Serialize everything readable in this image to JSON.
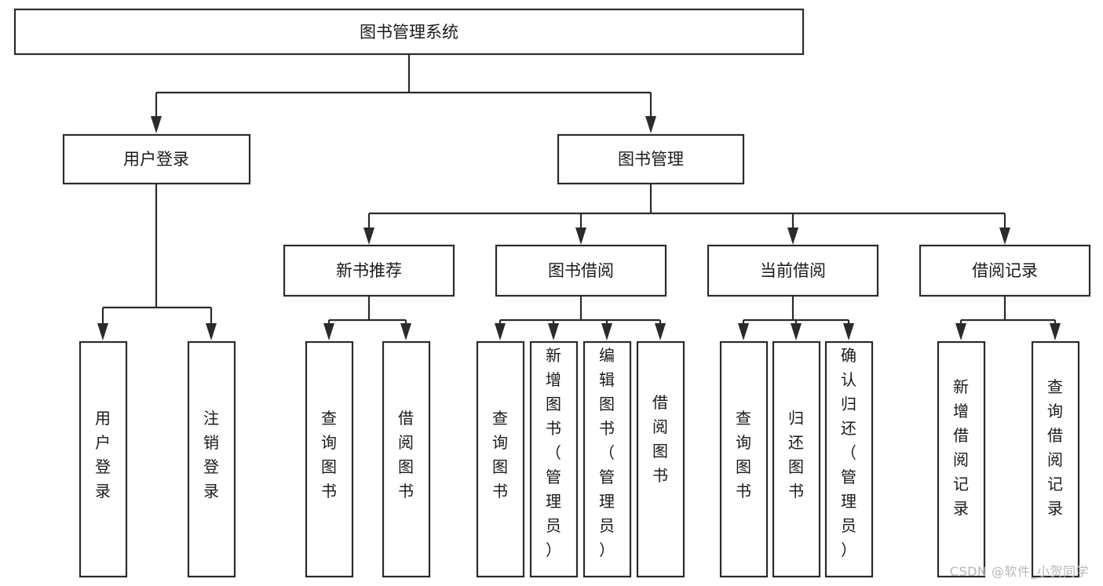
{
  "diagram": {
    "title": "图书管理系统",
    "type": "tree-hierarchy",
    "watermark": "CSDN @软件_小贺同学",
    "colors": {
      "stroke": "#2b2b2b",
      "box_fill": "#ffffff",
      "text": "#1a1a1a",
      "background": "#ffffff",
      "watermark": "#b8b8b8"
    },
    "nodes": {
      "root": {
        "label": "图书管理系统",
        "level": 0
      },
      "l1": [
        {
          "id": "user-login",
          "label": "用户登录",
          "level": 1
        },
        {
          "id": "book-manage",
          "label": "图书管理",
          "level": 1
        }
      ],
      "l2": [
        {
          "id": "new-book-recommend",
          "label": "新书推荐",
          "level": 2,
          "parent": "book-manage"
        },
        {
          "id": "book-borrow",
          "label": "图书借阅",
          "level": 2,
          "parent": "book-manage"
        },
        {
          "id": "current-borrow",
          "label": "当前借阅",
          "level": 2,
          "parent": "book-manage"
        },
        {
          "id": "borrow-record",
          "label": "借阅记录",
          "level": 2,
          "parent": "book-manage"
        }
      ],
      "leaves": [
        {
          "id": "leaf-user-login",
          "label": "用户登录",
          "parent": "user-login"
        },
        {
          "id": "leaf-logout-login",
          "label": "注销登录",
          "parent": "user-login"
        },
        {
          "id": "leaf-query-book-1",
          "label": "查询图书",
          "parent": "new-book-recommend"
        },
        {
          "id": "leaf-borrow-book-1",
          "label": "借阅图书",
          "parent": "new-book-recommend"
        },
        {
          "id": "leaf-query-book-2",
          "label": "查询图书",
          "parent": "book-borrow"
        },
        {
          "id": "leaf-add-book",
          "label": "新增图书（管理员）",
          "parent": "book-borrow"
        },
        {
          "id": "leaf-edit-book",
          "label": "编辑图书（管理员）",
          "parent": "book-borrow"
        },
        {
          "id": "leaf-borrow-book-2",
          "label": "借阅图书",
          "parent": "book-borrow"
        },
        {
          "id": "leaf-query-book-3",
          "label": "查询图书",
          "parent": "current-borrow"
        },
        {
          "id": "leaf-return-book",
          "label": "归还图书",
          "parent": "current-borrow"
        },
        {
          "id": "leaf-confirm-return",
          "label": "确认归还（管理员）",
          "parent": "current-borrow"
        },
        {
          "id": "leaf-add-record",
          "label": "新增借阅记录",
          "parent": "borrow-record"
        },
        {
          "id": "leaf-query-record",
          "label": "查询借阅记录",
          "parent": "borrow-record"
        }
      ]
    }
  }
}
